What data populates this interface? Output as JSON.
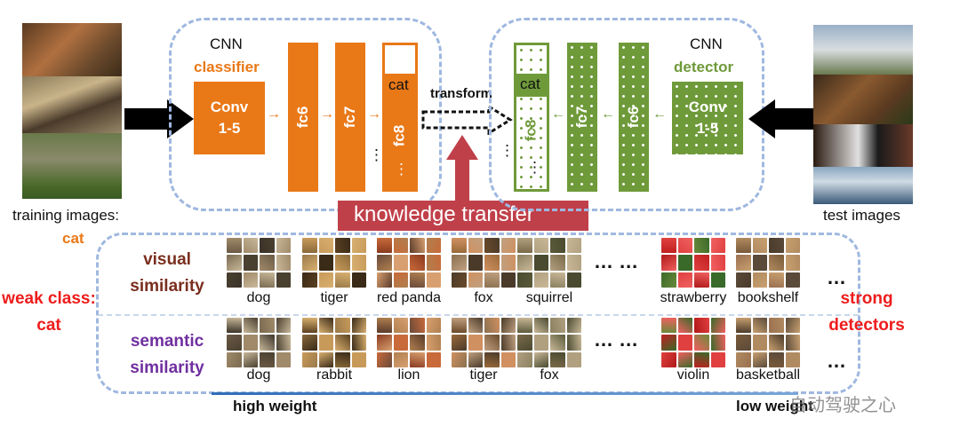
{
  "diagram": {
    "cnn_label_left": "CNN",
    "classifier_label": "classifier",
    "cnn_label_right": "CNN",
    "detector_label": "detector",
    "conv_left": "Conv\n1-5",
    "conv_right": "Conv\n1-5",
    "fc6_left": "fc6",
    "fc7_left": "fc7",
    "fc8_left": "fc8",
    "fc6_right": "fc6",
    "fc7_right": "fc7",
    "fc8_right": "fc8",
    "cat_left": "cat",
    "cat_right": "cat",
    "ellipsis": "⋮",
    "transform_label": "transform",
    "knowledge_transfer": "knowledge transfer",
    "training_images_label": "training images:",
    "training_cat_label": "cat",
    "test_images_label": "test images"
  },
  "similarity": {
    "weak_class_line1": "weak class:",
    "weak_class_line2": "cat",
    "strong_line1": "strong",
    "strong_line2": "detectors",
    "visual_label_line1": "visual",
    "visual_label_line2": "similarity",
    "semantic_label_line1": "semantic",
    "semantic_label_line2": "similarity",
    "visual_items": [
      "dog",
      "tiger",
      "red panda",
      "fox",
      "squirrel",
      "strawberry",
      "bookshelf"
    ],
    "semantic_items": [
      "dog",
      "rabbit",
      "lion",
      "tiger",
      "fox",
      "violin",
      "basketball"
    ],
    "dots_row": "… …",
    "dots_end": "…",
    "high_weight": "high weight",
    "low_weight": "low weight"
  },
  "watermark": "自动驾驶之心",
  "colors": {
    "orange": "#e97817",
    "green": "#6f9a3a",
    "dashed": "#9fb8e0",
    "red_banner": "#c0404a",
    "weak_red": "#ee1c1c",
    "visual_brown": "#7a2e1e",
    "semantic_purple": "#7030a0",
    "weight_line": "#2f6db8"
  }
}
